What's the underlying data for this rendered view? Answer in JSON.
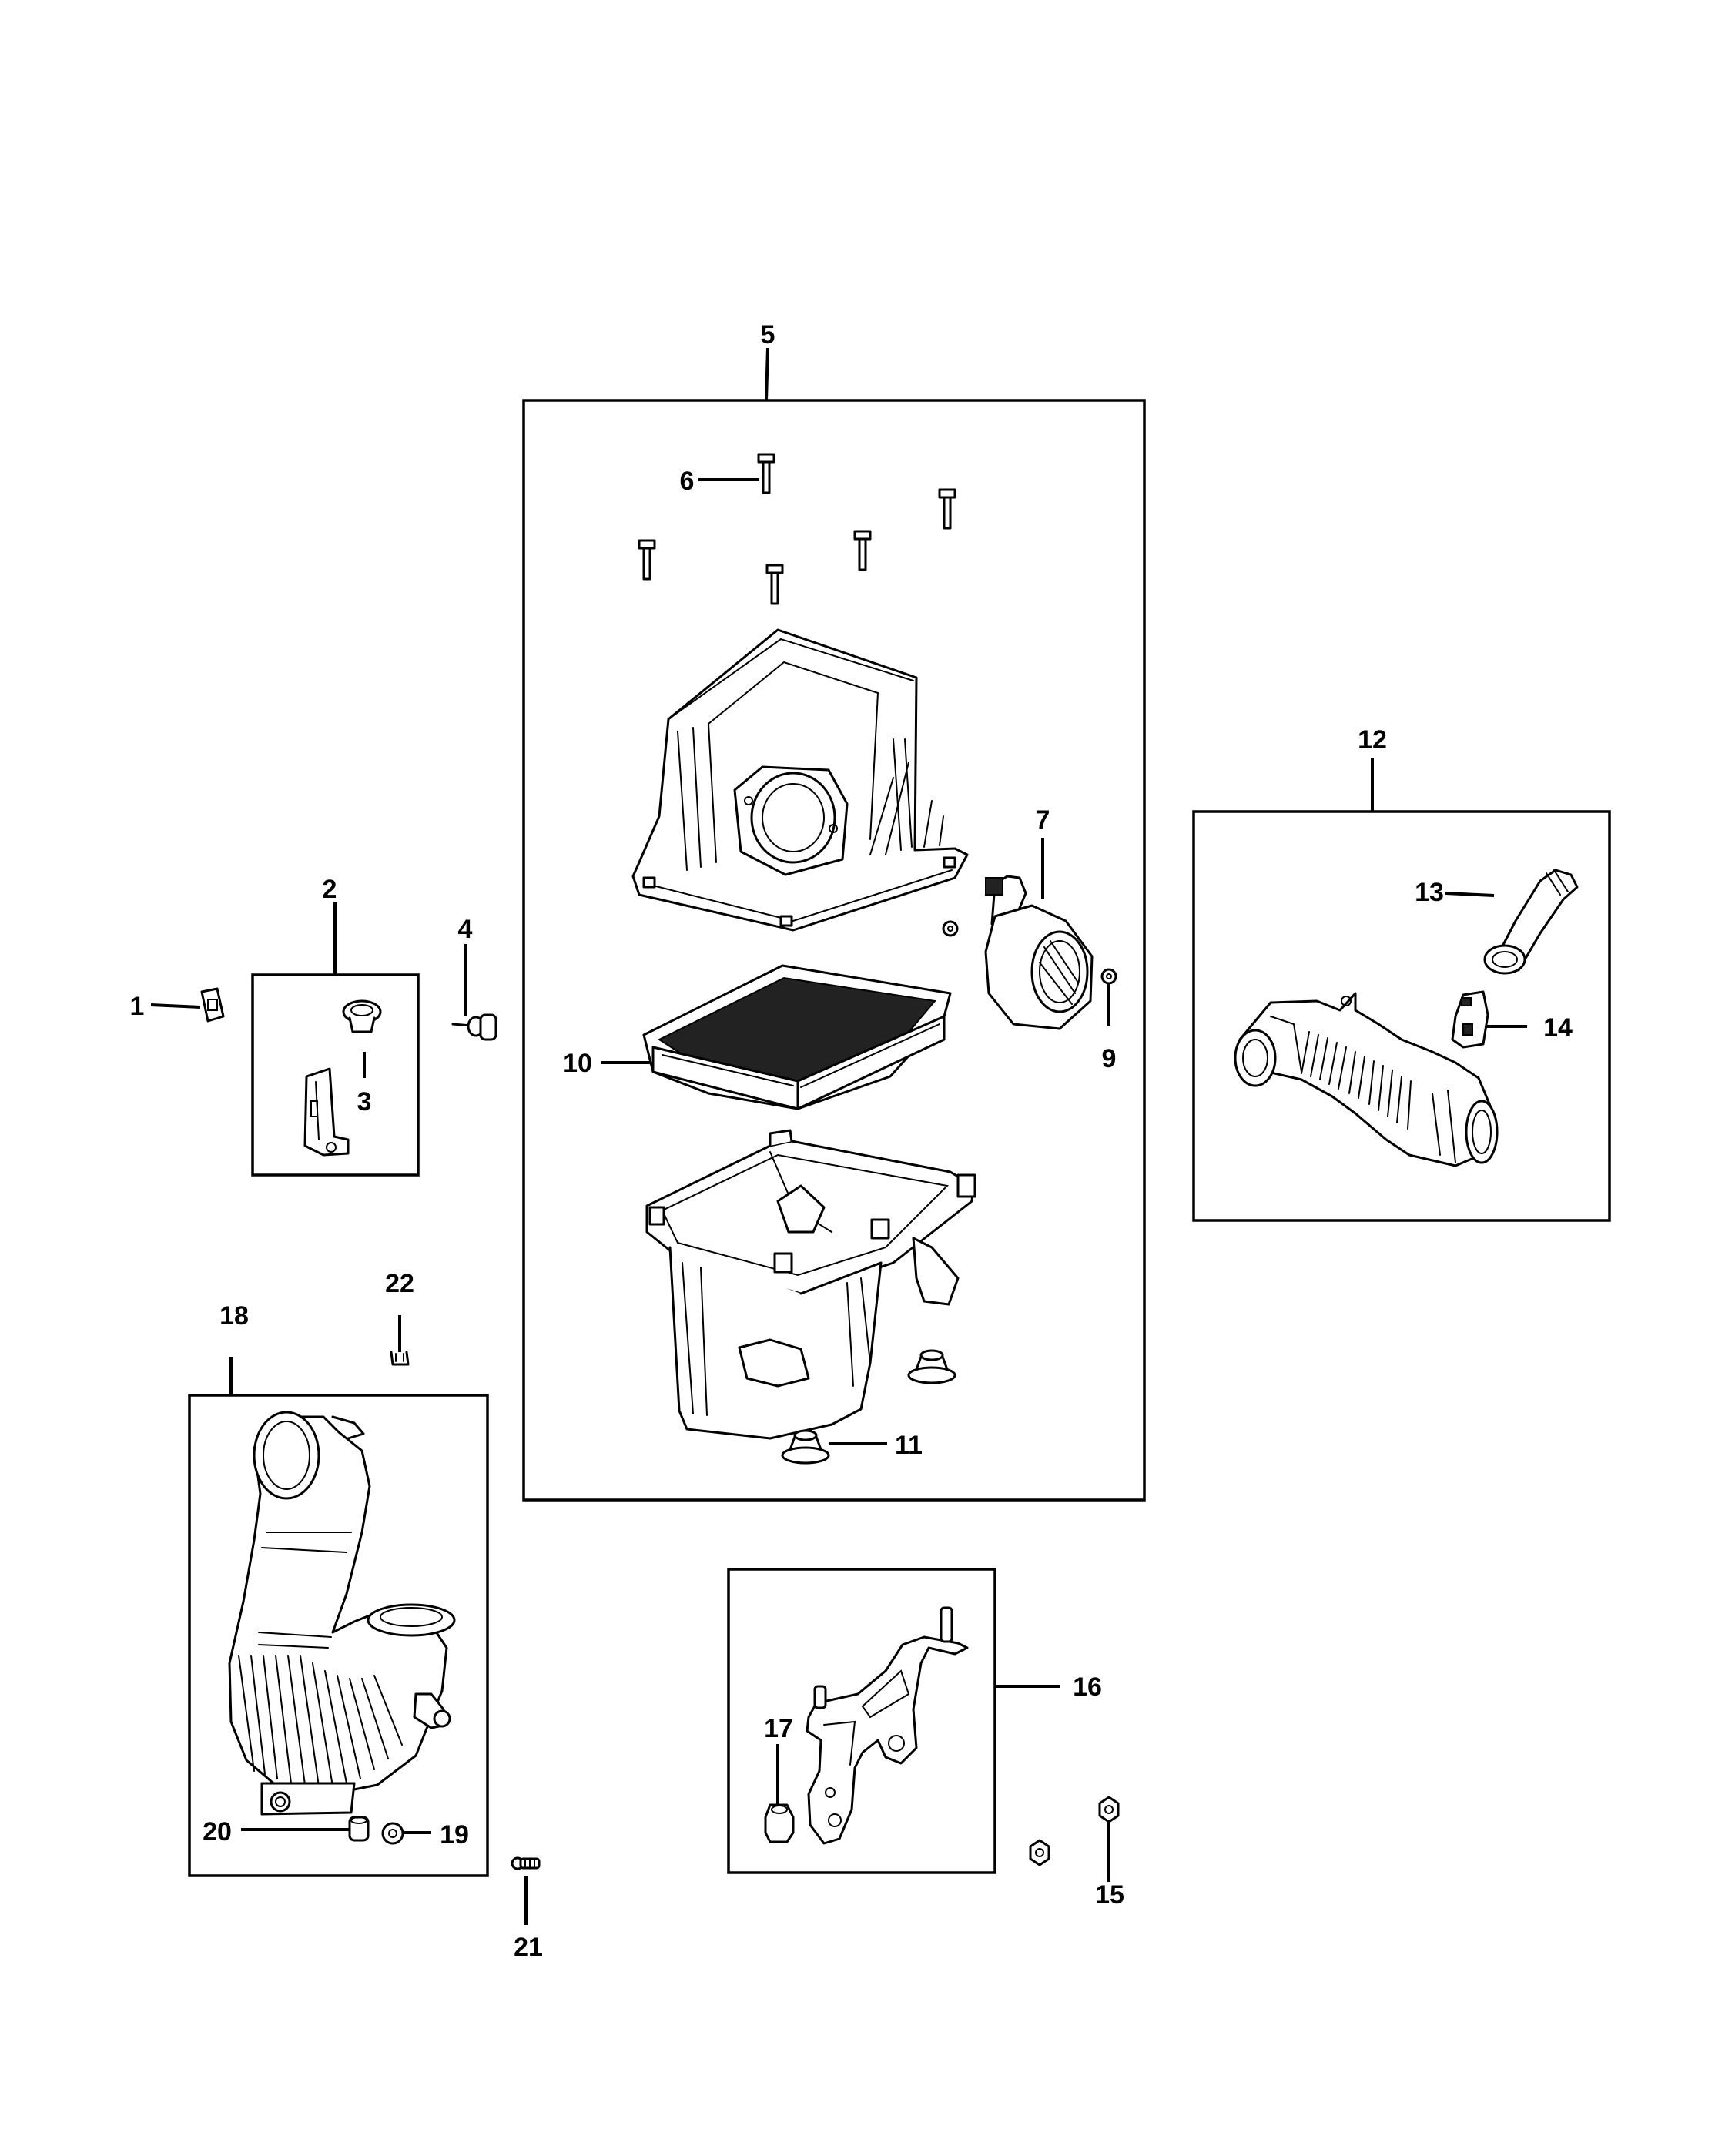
{
  "diagram": {
    "callouts": {
      "c1": "1",
      "c2": "2",
      "c3": "3",
      "c4": "4",
      "c5": "5",
      "c6": "6",
      "c7": "7",
      "c9": "9",
      "c10": "10",
      "c11": "11",
      "c12": "12",
      "c13": "13",
      "c14": "14",
      "c15": "15",
      "c16": "16",
      "c17": "17",
      "c18": "18",
      "c19": "19",
      "c20": "20",
      "c21": "21",
      "c22": "22"
    },
    "parts": {
      "p1": "clip-nut",
      "p2": "bracket-kit",
      "p3": "grommet",
      "p4": "stud-bolt",
      "p5": "air-cleaner-assembly",
      "p6": "cover-screw",
      "p7": "mass-airflow-sensor",
      "p9": "sensor-screw",
      "p10": "air-filter-element",
      "p11": "isolator",
      "p12": "air-inlet-duct-kit",
      "p13": "inlet-duct-hose",
      "p14": "connector",
      "p15": "nut",
      "p16": "support-bracket",
      "p17": "bracket-nut",
      "p18": "inlet-duct-resonator",
      "p19": "washer-nut",
      "p20": "duct-nut",
      "p21": "screw",
      "p22": "push-clip"
    }
  }
}
